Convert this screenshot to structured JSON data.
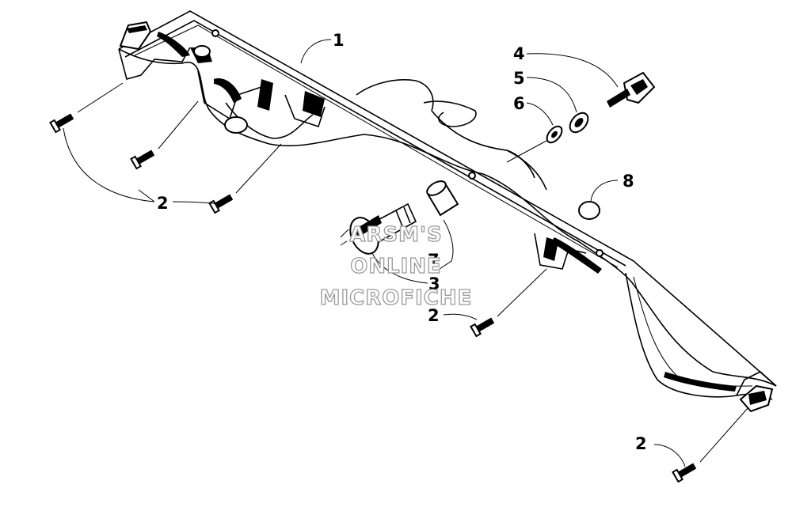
{
  "diagram": {
    "callouts": {
      "c1": "1",
      "c2a": "2",
      "c2b": "2",
      "c2c": "2",
      "c3": "3",
      "c4": "4",
      "c5": "5",
      "c6": "6",
      "c7": "7",
      "c8": "8"
    },
    "watermark": {
      "line1": "ARSM'S",
      "line2": "ONLINE",
      "line3": "MICROFICHE"
    }
  },
  "colors": {
    "line": "#000000",
    "background": "#ffffff",
    "watermark": "#9a9a9a"
  }
}
